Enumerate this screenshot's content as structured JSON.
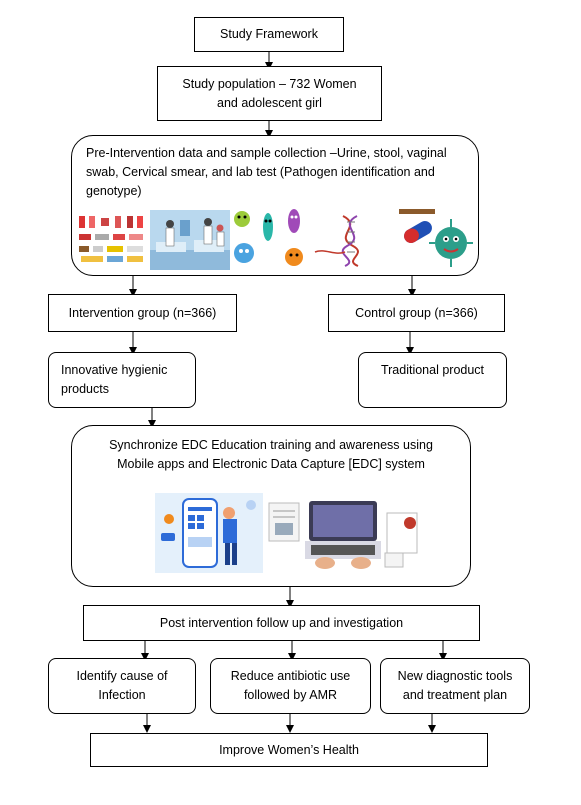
{
  "framework": {
    "label": "Study Framework"
  },
  "population": {
    "label": "Study population – 732 Women and adolescent girl"
  },
  "pre_intervention": {
    "label": "Pre-Intervention data and sample collection –Urine, stool, vaginal swab, Cervical smear, and lab test (Pathogen identification and genotype)"
  },
  "intervention_group": {
    "label": "Intervention group (n=366)"
  },
  "control_group": {
    "label": "Control group (n=366)"
  },
  "innovative_products": {
    "label": "Innovative hygienic products"
  },
  "traditional_product": {
    "label": "Traditional product"
  },
  "education": {
    "label": "Synchronize EDC Education training and awareness using Mobile apps and Electronic Data Capture [EDC] system"
  },
  "post_intervention": {
    "label": "Post intervention follow up and investigation"
  },
  "outcome_1": {
    "label": "Identify cause of Infection"
  },
  "outcome_2": {
    "label": "Reduce antibiotic use followed by AMR"
  },
  "outcome_3": {
    "label": "New diagnostic tools and treatment plan"
  },
  "final": {
    "label": "Improve Women’s Health"
  },
  "colors": {
    "box_border": "#000000",
    "lab_bg": "#b9d8ee",
    "app_bg": "#e4f0fb"
  }
}
